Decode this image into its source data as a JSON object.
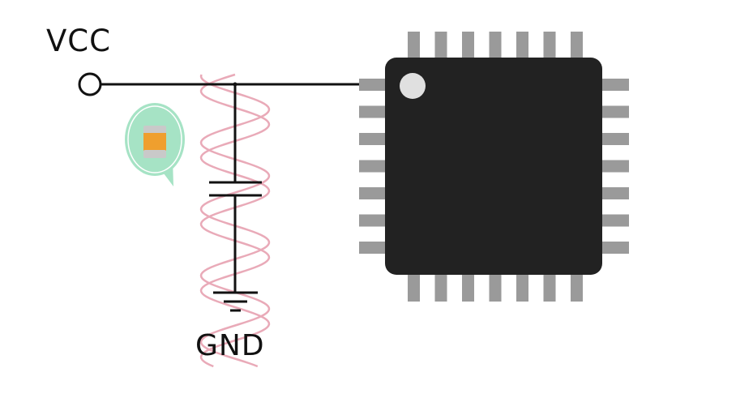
{
  "labels": {
    "vcc": "VCC",
    "gnd": "GND"
  },
  "colors": {
    "background": "#ffffff",
    "wire": "#111111",
    "chip_body": "#222222",
    "chip_pin": "#9a9a9a",
    "pin1_marker": "#e0e0e0",
    "wave": "#e9aab8",
    "bubble": "#a6e3c5",
    "capacitor_body": "#ef9f2e",
    "capacitor_terminal": "#c9c9c9"
  },
  "components": {
    "chip": {
      "pins_per_side": 7,
      "pin1_marker_icon": "pin1-dot-icon"
    },
    "capacitor": {
      "symbol": "capacitor-symbol"
    },
    "ground": {
      "symbol": "ground-symbol-icon"
    },
    "noise": {
      "icon": "sine-wave-noise-icon"
    },
    "callout": {
      "icon": "smd-capacitor-icon"
    }
  }
}
